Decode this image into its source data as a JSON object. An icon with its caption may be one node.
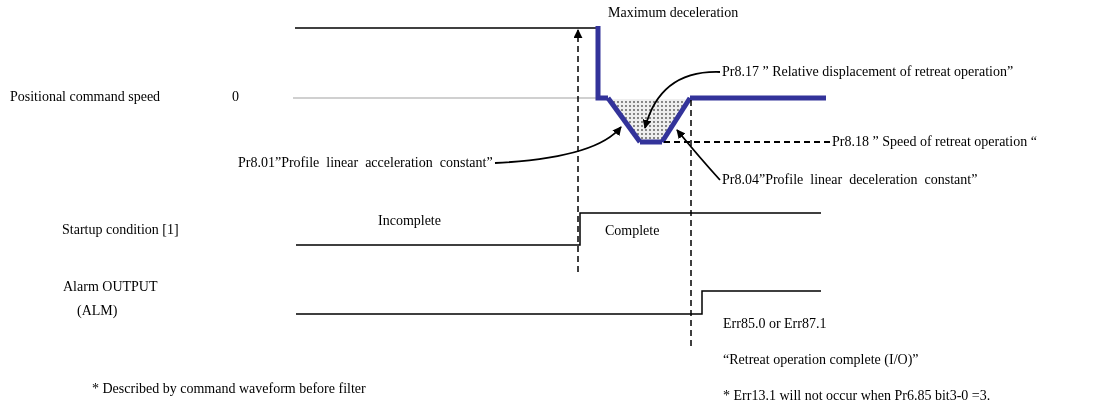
{
  "diagram": {
    "nodes": [
      {
        "text": [
          "Pr8.17 ” Relative displacement of retreat operation”"
        ]
      },
      {
        "text": [],
        "shape": "area"
      },
      {
        "text": [
          "Pr8.01”Profile  linear  acceleration  constant”"
        ]
      },
      {
        "text": [],
        "shape": "line"
      },
      {
        "text": [
          "Pr8.04”Profile  linear  deceleration  constant”"
        ]
      },
      {
        "text": [],
        "shape": "line"
      },
      {
        "text": [
          "Pr8.18 ” Speed of retreat operation “"
        ]
      },
      {
        "text": [],
        "shape": "line"
      }
    ],
    "edges": [
      {
        "from": 0,
        "to": 1,
        "arrow": "to"
      },
      {
        "from": 2,
        "to": 3,
        "arrow": "to"
      },
      {
        "from": 4,
        "to": 5,
        "arrow": "to"
      },
      {
        "from": 6,
        "to": 7,
        "arrow": "none",
        "style": "dashed"
      }
    ],
    "labels": [
      "Maximum deceleration",
      "Positional command speed",
      "0",
      "Startup condition [1]",
      "Incomplete",
      "Complete",
      "Alarm OUTPUT",
      "(ALM)",
      "Err85.0 or Err87.1",
      "“Retreat operation complete (I/O)”",
      "* Described by command waveform before filter",
      "* Err13.1 will not occur when Pr6.85 bit3-0 =3."
    ]
  }
}
